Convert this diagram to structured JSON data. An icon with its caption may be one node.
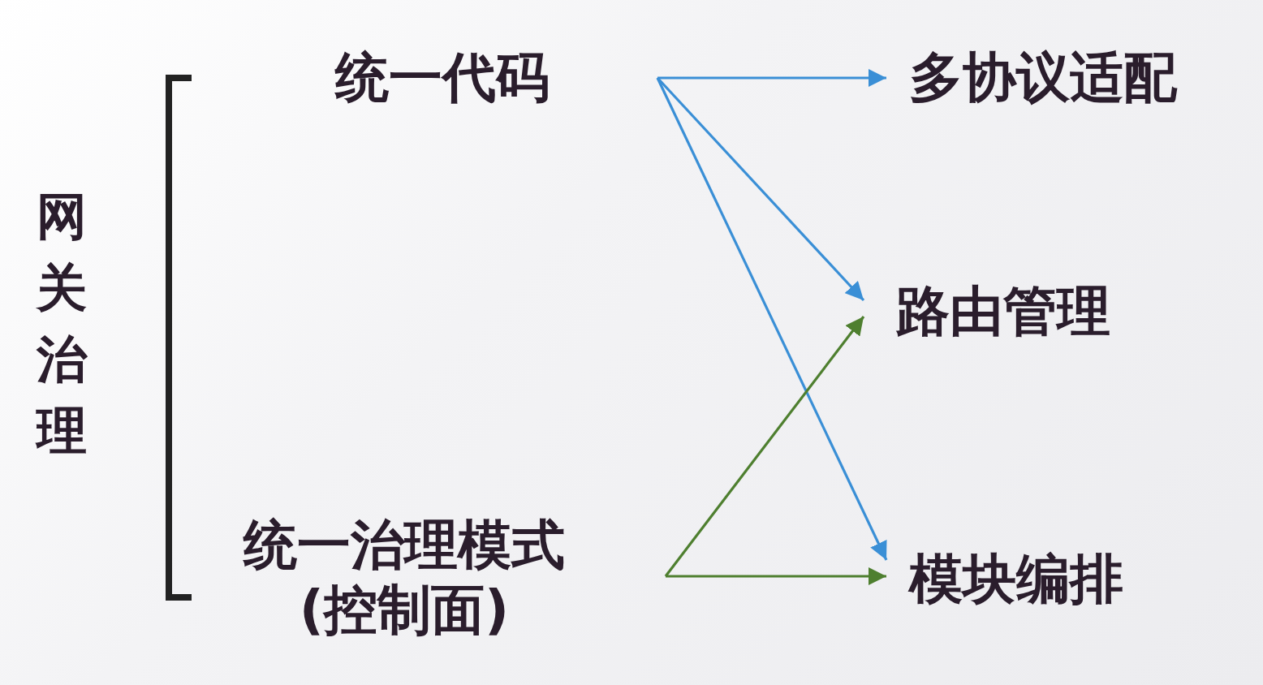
{
  "diagram": {
    "nodes": [
      {
        "text": [
          "统一代码"
        ]
      },
      {
        "text": [
          "统一治理模式(控制面)"
        ]
      },
      {
        "text": [
          "多协议适配"
        ]
      },
      {
        "text": [
          "路由管理"
        ]
      },
      {
        "text": [
          "模块编排"
        ]
      }
    ],
    "edges": [
      {
        "from": 0,
        "to": 2,
        "arrow": "to"
      },
      {
        "from": 0,
        "to": 3,
        "arrow": "to"
      },
      {
        "from": 0,
        "to": 4,
        "arrow": "to"
      },
      {
        "from": 1,
        "to": 3,
        "arrow": "to",
        "color": "#4e7f2f"
      },
      {
        "from": 1,
        "to": 4,
        "arrow": "to",
        "color": "#4e7f2f"
      }
    ],
    "labels": [
      "网关治理"
    ]
  }
}
